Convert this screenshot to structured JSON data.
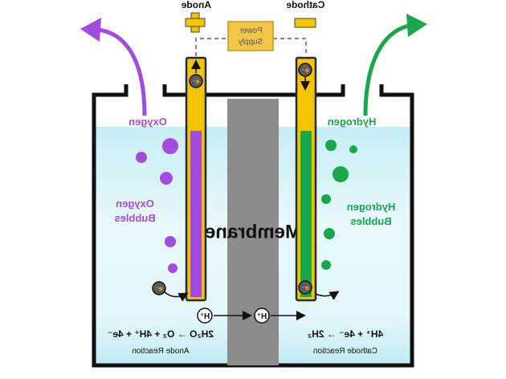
{
  "header": {
    "anode_label": "Anode",
    "cathode_label": "Cathode",
    "plus_sign": "+",
    "minus_sign": "−"
  },
  "power_supply": {
    "line1": "Power",
    "line2": "Supply"
  },
  "labels": {
    "oxygen": "Oxygen",
    "hydrogen": "Hydrogen",
    "oxygen_bubbles_1": "Oxygen",
    "oxygen_bubbles_2": "Bubbles",
    "hydrogen_bubbles_1": "Hydrogen",
    "hydrogen_bubbles_2": "Bubbles",
    "membrane": "Membrane",
    "electron": "e⁻",
    "proton": "H⁺"
  },
  "reactions": {
    "anode_equation": "2H₂O → O₂ + 4H⁺ + 4e⁻",
    "anode_title": "Anode Reaction",
    "cathode_equation": "4H⁺ + 4e⁻ → 2H₂",
    "cathode_title": "Cathode Reaction"
  },
  "colors": {
    "oxygen": "#a24be0",
    "hydrogen": "#1aa64a",
    "electrode_yellow": "#f5c400",
    "membrane": "#8c8c8c",
    "water": "#c9f0f6",
    "power_supply": "#f3c64a",
    "equation_cyan": "#1ab8e0",
    "equation_orange": "#e8a317"
  }
}
